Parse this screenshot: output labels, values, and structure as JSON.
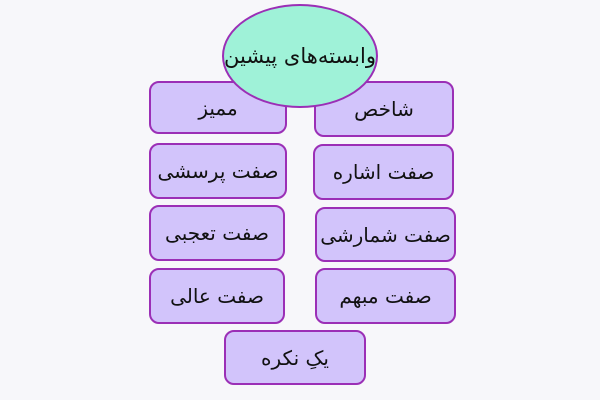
{
  "diagram": {
    "root": {
      "label": "وابسته‌های پیشین"
    },
    "colors": {
      "root_fill": "#9ff2d8",
      "node_fill": "#d2c4fb",
      "border": "#9b2fb6",
      "background": "#f7f7fa"
    },
    "left_nodes": [
      {
        "label": "ممیز"
      },
      {
        "label": "صفت پرسشی"
      },
      {
        "label": "صفت تعجبی"
      },
      {
        "label": "صفت عالی"
      }
    ],
    "right_nodes": [
      {
        "label": "شاخص"
      },
      {
        "label": "صفت اشاره"
      },
      {
        "label": "صفت شمارشی"
      },
      {
        "label": "صفت مبهم"
      }
    ],
    "bottom_node": {
      "label": "یکِ نکره"
    }
  }
}
